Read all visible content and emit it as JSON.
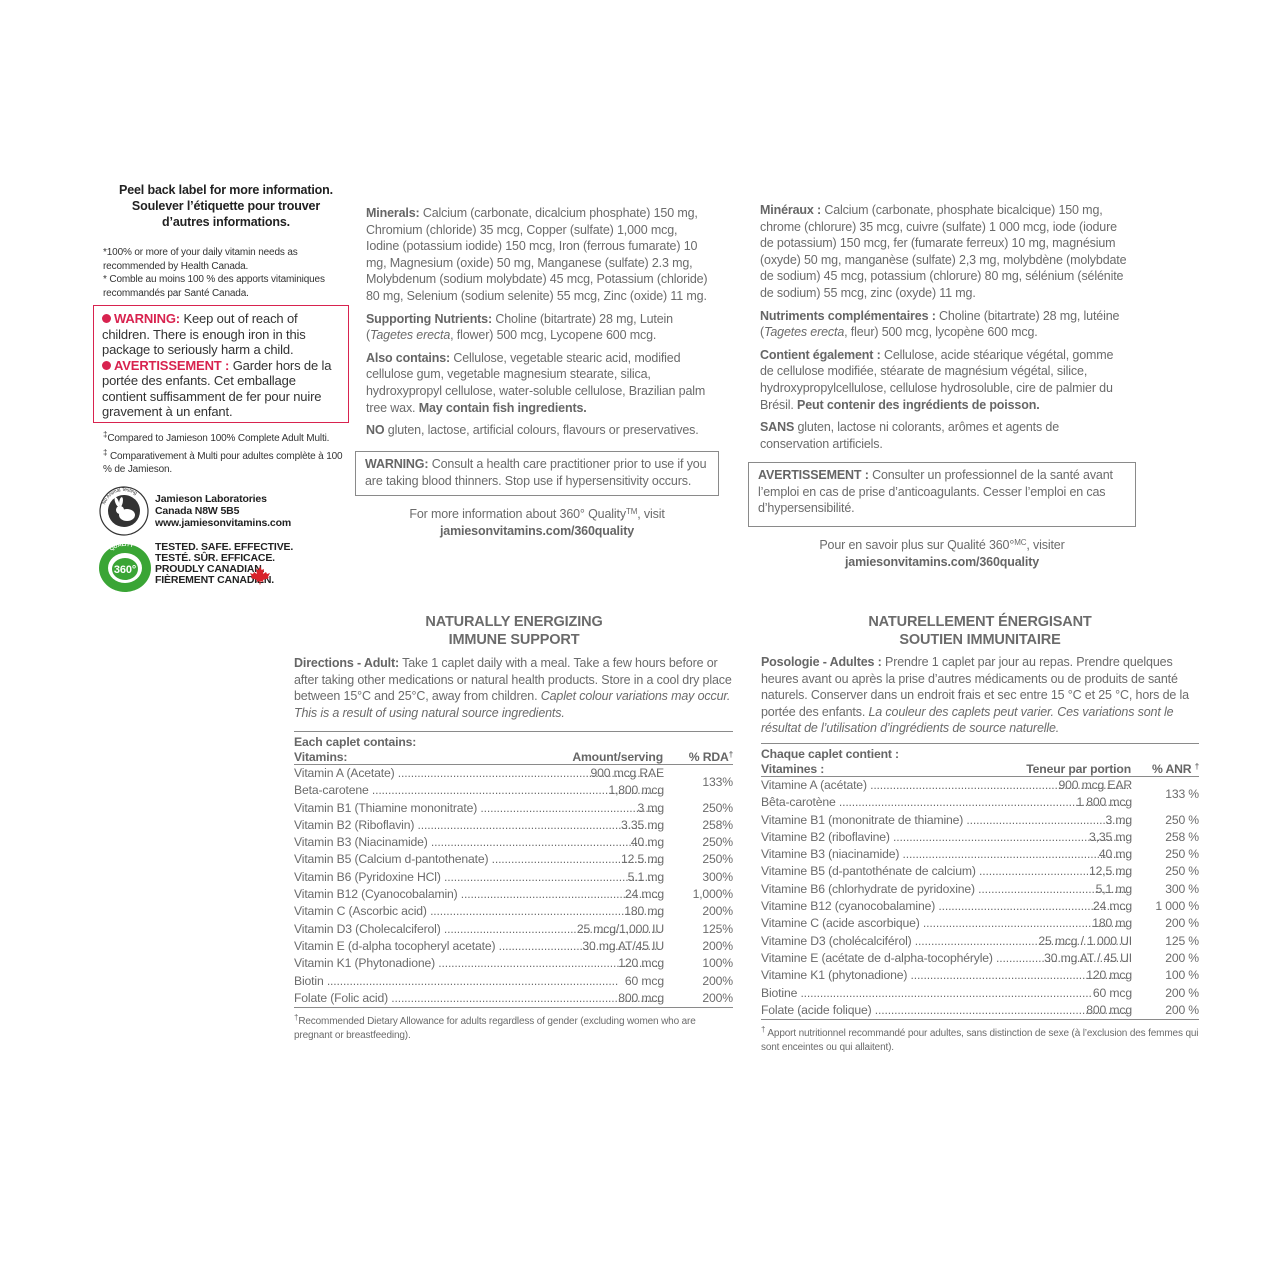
{
  "left": {
    "peel_en": "Peel back label for more information.",
    "peel_fr1": "Soulever l’étiquette pour trouver",
    "peel_fr2": "d’autres informations.",
    "note_en": "*100% or more of your daily vitamin needs as recommended by Health Canada.",
    "note_fr": "* Comble au moins 100 % des apports vitaminiques recommandés par Santé Canada.",
    "warning_label": "WARNING:",
    "warning_text": "Keep out of reach of children. There is enough iron in this package to seriously harm a child.",
    "avert_label": "AVERTISSEMENT :",
    "avert_text": "Garder hors de la portée des enfants. Cet emballage contient suffisamment de fer pour nuire gravement à un enfant.",
    "compare_en": "Compared to Jamieson 100% Complete Adult Multi.",
    "compare_fr": "Comparativement à Multi pour adultes complète à 100 % de Jamieson.",
    "compare_mark": "‡",
    "company_line1": "Jamieson Laboratories",
    "company_line2": "Canada  N8W 5B5",
    "company_line3": "www.jamiesonvitamins.com",
    "tested_line1": "TESTED. SAFE. EFFECTIVE.",
    "tested_line2": "TESTÉ. SÛR. EFFICACE.",
    "tested_line3": "PROUDLY CANADIAN.",
    "tested_line4": "FIÈREMENT CANADIEN.",
    "rabbit_text": "No Animal Testing",
    "quality_text": "360°",
    "quality_ring": "QUALITY"
  },
  "en": {
    "minerals_label": "Minerals:",
    "minerals": "Calcium (carbonate, dicalcium phosphate) 150 mg, Chromium (chloride) 35 mcg, Copper (sulfate) 1,000 mcg, Iodine (potassium iodide) 150 mcg, Iron (ferrous fumarate) 10 mg, Magnesium (oxide) 50 mg, Manganese (sulfate) 2.3 mg, Molybdenum (sodium molybdate) 45 mcg, Potassium (chloride) 80 mg, Selenium (sodium selenite) 55 mcg, Zinc (oxide) 11 mg.",
    "supporting_label": "Supporting Nutrients:",
    "supporting_a": "Choline (bitartrate) 28 mg, Lutein (",
    "supporting_latin": "Tagetes erecta",
    "supporting_b": ", flower) 500 mcg, Lycopene 600 mcg.",
    "also_label": "Also contains:",
    "also": "Cellulose, vegetable stearic acid, modified cellulose gum, vegetable magnesium stearate, silica, hydroxypropyl cellulose, water-soluble cellulose, Brazilian palm tree wax.",
    "fish": "May contain fish ingredients.",
    "no_label": "NO",
    "no_text": "gluten, lactose, artificial colours, flavours or preservatives.",
    "warn_label": "WARNING:",
    "warn_text": "Consult a health care practitioner prior to use if you are taking blood thinners. Stop use if hypersensitivity occurs.",
    "more_a": "For more information about 360° Quality",
    "more_tm": "TM",
    "more_b": ", visit",
    "more_url": "jamiesonvitamins.com/360quality",
    "head1": "NATURALLY ENERGIZING",
    "head2": "IMMUNE SUPPORT",
    "dir_label": "Directions - Adult:",
    "dir_text": "Take 1 caplet daily with a meal. Take a few hours before or after taking other medications or natural health products. Store in a cool dry place between 15°C and 25°C, away from children.",
    "dir_italic": "Caplet colour variations may occur. This is a result of using natural source ingredients.",
    "tbl_contains": "Each caplet contains:",
    "tbl_vit": "Vitamins:",
    "tbl_amt": "Amount/serving",
    "tbl_pct": "% RDA",
    "tbl_pct_mark": "†",
    "rows": [
      {
        "name": "Vitamin A (Acetate)",
        "amount": "900 mcg RAE",
        "rda": "133%"
      },
      {
        "name": "Beta-carotene",
        "amount": "1,800 mcg",
        "rda": ""
      },
      {
        "name": "Vitamin B1 (Thiamine mononitrate)",
        "amount": "3 mg",
        "rda": "250%"
      },
      {
        "name": "Vitamin B2 (Riboflavin)",
        "amount": "3.35 mg",
        "rda": "258%"
      },
      {
        "name": "Vitamin B3 (Niacinamide)",
        "amount": "40 mg",
        "rda": "250%"
      },
      {
        "name": "Vitamin B5 (Calcium d-pantothenate)",
        "amount": "12.5 mg",
        "rda": "250%"
      },
      {
        "name": "Vitamin B6 (Pyridoxine HCl)",
        "amount": "5.1 mg",
        "rda": "300%"
      },
      {
        "name": "Vitamin B12 (Cyanocobalamin)",
        "amount": "24 mcg",
        "rda": "1,000%"
      },
      {
        "name": "Vitamin C (Ascorbic acid)",
        "amount": "180 mg",
        "rda": "200%"
      },
      {
        "name": "Vitamin D3 (Cholecalciferol)",
        "amount": "25 mcg/1,000 IU",
        "rda": "125%"
      },
      {
        "name": "Vitamin E (d-alpha tocopheryl acetate)",
        "amount": "30 mg AT/45 IU",
        "rda": "200%"
      },
      {
        "name": "Vitamin K1 (Phytonadione)",
        "amount": "120 mcg",
        "rda": "100%"
      },
      {
        "name": "Biotin",
        "amount": "60 mcg",
        "rda": "200%"
      },
      {
        "name": "Folate (Folic acid)",
        "amount": "800 mcg",
        "rda": "200%"
      }
    ],
    "foot_mark": "†",
    "foot": "Recommended Dietary Allowance for adults regardless of gender (excluding women who are pregnant or breastfeeding)."
  },
  "fr": {
    "minerals_label": "Minéraux :",
    "minerals": "Calcium (carbonate, phosphate bicalcique) 150 mg, chrome (chlorure) 35 mcg, cuivre (sulfate) 1 000 mcg, iode (iodure de potassium) 150 mcg, fer (fumarate ferreux) 10 mg, magnésium (oxyde) 50 mg, manganèse (sulfate) 2,3 mg, molybdène (molybdate de sodium) 45 mcg, potassium (chlorure) 80 mg, sélénium (sélénite de sodium) 55 mcg, zinc (oxyde) 11 mg.",
    "supporting_label": "Nutriments complémentaires :",
    "supporting_a": "Choline (bitartrate) 28 mg, lutéine (",
    "supporting_latin": "Tagetes erecta",
    "supporting_b": ", fleur) 500 mcg, lycopène 600 mcg.",
    "also_label": "Contient également :",
    "also": "Cellulose, acide stéarique végétal, gomme de cellulose modifiée, stéarate de magnésium végétal, silice, hydroxypropylcellulose, cellulose hydrosoluble, cire de palmier du Brésil.",
    "fish": "Peut contenir des ingrédients de poisson.",
    "no_label": "SANS",
    "no_text": "gluten, lactose ni colorants, arômes et agents de conservation artificiels.",
    "warn_label": "AVERTISSEMENT :",
    "warn_text": "Consulter un professionnel de la santé avant l’emploi en cas de prise d’anticoagulants. Cesser l’emploi en cas d’hypersensibilité.",
    "more_a": "Pour en savoir plus sur Qualité 360°",
    "more_tm": "MC",
    "more_b": ", visiter",
    "more_url": "jamiesonvitamins.com/360quality",
    "head1": "NATURELLEMENT ÉNERGISANT",
    "head2": "SOUTIEN IMMUNITAIRE",
    "dir_label": "Posologie - Adultes :",
    "dir_text": "Prendre 1 caplet par jour au repas. Prendre quelques heures avant ou après la prise d’autres médicaments ou de produits de santé naturels. Conserver dans un endroit frais et sec entre 15 °C et 25 °C, hors de la portée des enfants.",
    "dir_italic": "La couleur des caplets peut varier. Ces variations sont le résultat de l’utilisation d’ingrédients de source naturelle.",
    "tbl_contains": "Chaque caplet contient :",
    "tbl_vit": "Vitamines :",
    "tbl_amt": "Teneur par portion",
    "tbl_pct": "% ANR",
    "tbl_pct_mark": "†",
    "rows": [
      {
        "name": "Vitamine A (acétate)",
        "amount": "900 mcg EAR",
        "rda": "133 %"
      },
      {
        "name": "Bêta-carotène",
        "amount": "1 800 mcg",
        "rda": ""
      },
      {
        "name": "Vitamine B1 (mononitrate de thiamine)",
        "amount": "3 mg",
        "rda": "250 %"
      },
      {
        "name": "Vitamine B2 (riboflavine)",
        "amount": "3,35 mg",
        "rda": "258 %"
      },
      {
        "name": "Vitamine B3 (niacinamide)",
        "amount": "40 mg",
        "rda": "250 %"
      },
      {
        "name": "Vitamine B5 (d-pantothénate de calcium)",
        "amount": "12,5 mg",
        "rda": "250 %"
      },
      {
        "name": "Vitamine B6 (chlorhydrate de pyridoxine)",
        "amount": "5,1 mg",
        "rda": "300 %"
      },
      {
        "name": "Vitamine B12 (cyanocobalamine)",
        "amount": "24 mcg",
        "rda": "1 000 %"
      },
      {
        "name": "Vitamine C (acide ascorbique)",
        "amount": "180 mg",
        "rda": "200 %"
      },
      {
        "name": "Vitamine D3 (cholécalciférol)",
        "amount": "25 mcg / 1 000 UI",
        "rda": "125 %"
      },
      {
        "name": "Vitamine E (acétate de d-alpha-tocophéryle)",
        "amount": "30 mg AT / 45 UI",
        "rda": "200 %"
      },
      {
        "name": "Vitamine K1 (phytonadione)",
        "amount": "120 mcg",
        "rda": "100 %"
      },
      {
        "name": "Biotine",
        "amount": "60 mcg",
        "rda": "200 %"
      },
      {
        "name": "Folate (acide folique)",
        "amount": "800 mcg",
        "rda": "200 %"
      }
    ],
    "foot_mark": "†",
    "foot": "Apport nutritionnel recommandé pour adultes, sans distinction de sexe (à l’exclusion des femmes qui sont enceintes ou qui allaitent)."
  },
  "colors": {
    "warning_red": "#d8234f",
    "text_gray": "#6b6b6b",
    "quality_green": "#3aa535"
  }
}
